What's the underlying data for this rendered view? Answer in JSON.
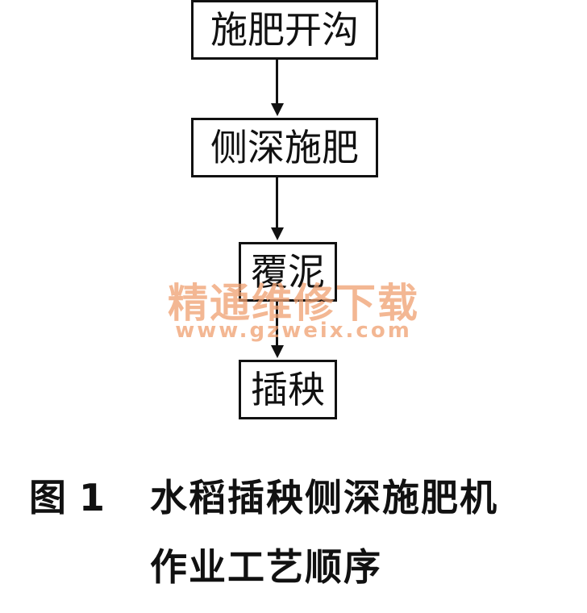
{
  "flow": {
    "steps": [
      "施肥开沟",
      "侧深施肥",
      "覆泥",
      "插秧"
    ]
  },
  "watermark": {
    "cn": "精通维修下载",
    "url": "www.gzweix.com"
  },
  "caption": {
    "figure_label": "图 1",
    "title_line1": "水稻插秧侧深施肥机",
    "title_line2": "作业工艺顺序"
  }
}
